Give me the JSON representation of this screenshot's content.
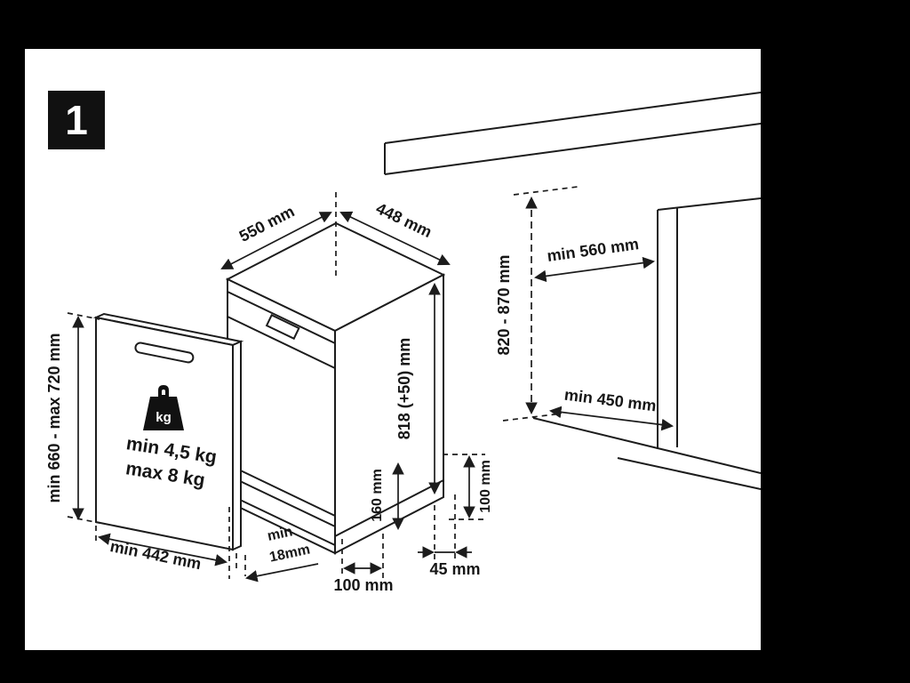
{
  "page": {
    "step_number": "1"
  },
  "dims": {
    "depth": "550 mm",
    "width": "448 mm",
    "height": "818 (+50) mm",
    "plinth_height": "160 mm",
    "base_clearance": "100 mm",
    "niche_height": "820 - 870 mm",
    "niche_depth": "min 560 mm",
    "niche_floor_depth": "min 450 mm",
    "panel_height": "min 660 - max 720 mm",
    "panel_width": "min 442 mm",
    "gap_label": "min",
    "gap_value": "18mm",
    "front_clearance": "100 mm",
    "side_clearance": "45 mm"
  },
  "panel": {
    "kg_badge": "kg",
    "weight_min": "min 4,5 kg",
    "weight_max": "max 8 kg"
  },
  "colors": {
    "background": "#000000",
    "paper": "#ffffff",
    "ink": "#1c1c1c",
    "badge": "#111111"
  }
}
